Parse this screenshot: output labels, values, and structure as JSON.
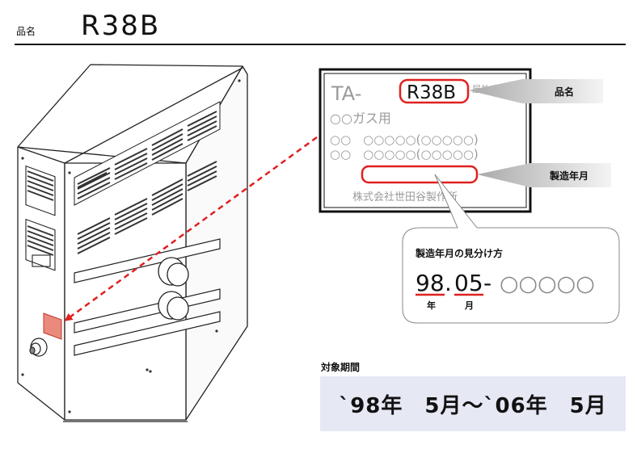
{
  "header": {
    "label": "品名",
    "model": "R38B"
  },
  "plate": {
    "prefix": "TA-",
    "model": "R38B",
    "install_type": "屋外式",
    "gas_type": "○○ガス用",
    "spec_line_1": "○○　○○○○○(○○○○○)",
    "spec_line_2": "○○　○○○○○(○○○○○)",
    "maker": "株式会社世田谷製作所"
  },
  "callouts": {
    "name_tag": "品名",
    "date_tag": "製造年月"
  },
  "howto": {
    "title": "製造年月の見分け方",
    "year": "98",
    "dot": ".",
    "month": "05",
    "dash": "-",
    "serial": "○○○○○",
    "year_caption": "年",
    "month_caption": "月"
  },
  "period": {
    "label": "対象期間",
    "value": "`98年　5月～`06年　5月"
  },
  "colors": {
    "accent_red": "#e02020",
    "highlight_fill": "#e98a7c",
    "period_bg": "#e6e8f4"
  }
}
